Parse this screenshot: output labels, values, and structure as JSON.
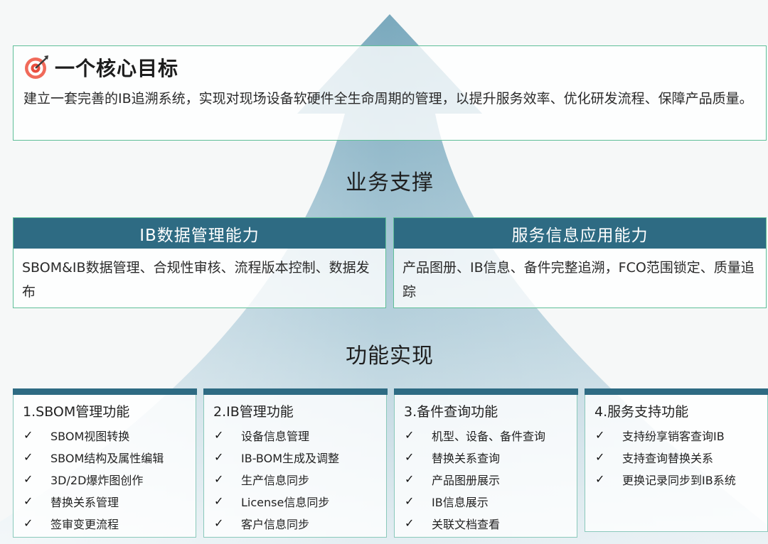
{
  "goal": {
    "title": "一个核心目标",
    "icon": "target-icon",
    "description": "建立一套完善的IB追溯系统，实现对现场设备软硬件全生命周期的管理，以提升服务效率、优化研发流程、保障产品质量。"
  },
  "business_support": {
    "label": "业务支撑",
    "capabilities": [
      {
        "title": "IB数据管理能力",
        "description": "SBOM&IB数据管理、合规性审核、流程版本控制、数据发布"
      },
      {
        "title": "服务信息应用能力",
        "description": "产品图册、IB信息、备件完整追溯，FCO范围锁定、质量追踪"
      }
    ]
  },
  "function_realization": {
    "label": "功能实现",
    "check_mark": "✓",
    "modules": [
      {
        "title": "1.SBOM管理功能",
        "items": [
          "SBOM视图转换",
          "SBOM结构及属性编辑",
          "3D/2D爆炸图创作",
          "替换关系管理",
          "签审变更流程"
        ]
      },
      {
        "title": "2.IB管理功能",
        "items": [
          "设备信息管理",
          "IB-BOM生成及调整",
          "生产信息同步",
          "License信息同步",
          "客户信息同步"
        ]
      },
      {
        "title": "3.备件查询功能",
        "items": [
          "机型、设备、备件查询",
          "替换关系查询",
          "产品图册展示",
          "IB信息展示",
          "关联文档查看"
        ]
      },
      {
        "title": "4.服务支持功能",
        "items": [
          "支持纷享销客查询IB",
          "支持查询替换关系",
          "更换记录同步到IB系统"
        ]
      }
    ]
  },
  "colors": {
    "header_bar": "#2e6b83",
    "border": "#5fbf98",
    "arrow_light": "#dbe9ef",
    "arrow_dark": "#6f9fb3"
  }
}
